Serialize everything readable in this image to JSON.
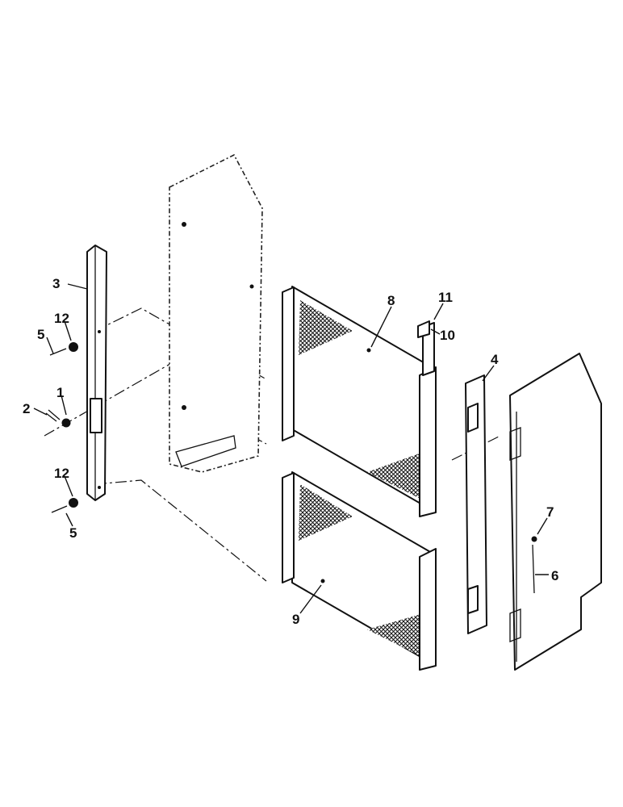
{
  "callouts": {
    "c1": "1",
    "c2": "2",
    "c3": "3",
    "c4": "4",
    "c5a": "5",
    "c5b": "5",
    "c6": "6",
    "c7": "7",
    "c8": "8",
    "c9": "9",
    "c10": "10",
    "c11": "11",
    "c12a": "12",
    "c12b": "12"
  }
}
